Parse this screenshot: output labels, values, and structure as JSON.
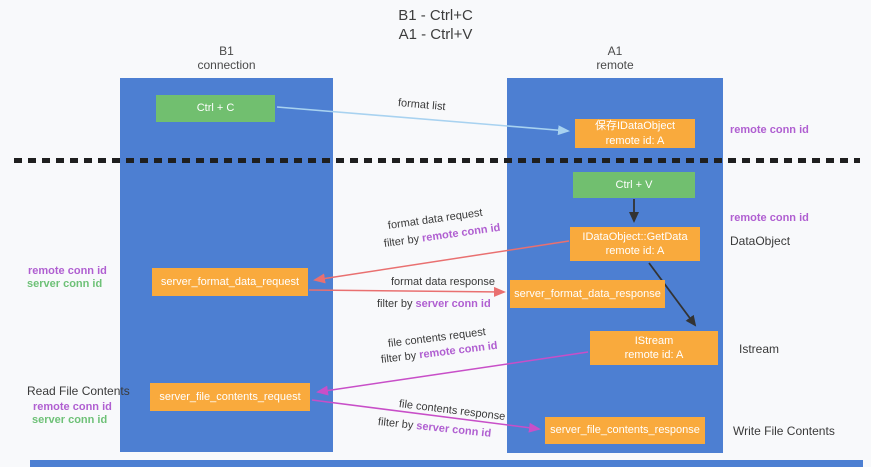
{
  "title": {
    "line1": "B1 - Ctrl+C",
    "line2": "A1 - Ctrl+V"
  },
  "columns": {
    "left": {
      "title": "B1",
      "subtitle": "connection"
    },
    "right": {
      "title": "A1",
      "subtitle": "remote"
    }
  },
  "nodes": {
    "ctrl_c": {
      "label": "Ctrl + C"
    },
    "save_dataobject": {
      "line1": "保存IDataObject",
      "line2": "remote id: A"
    },
    "ctrl_v": {
      "label": "Ctrl + V"
    },
    "getdata": {
      "line1": "IDataObject::GetData",
      "line2": "remote id: A"
    },
    "format_request": {
      "label": "server_format_data_request"
    },
    "format_response": {
      "label": "server_format_data_response"
    },
    "istream": {
      "line1": "IStream",
      "line2": "remote id: A"
    },
    "file_request": {
      "label": "server_file_contents_request"
    },
    "file_response": {
      "label": "server_file_contents_response"
    }
  },
  "edge_labels": {
    "format_list": "format list",
    "format_data_request": "format data request",
    "format_data_response": "format data response",
    "file_contents_request": "file contents request",
    "file_contents_response": "file contents response",
    "filter_prefix": "filter by ",
    "remote_conn_id": "remote conn id",
    "server_conn_id": "server conn id"
  },
  "annotations": {
    "remote_conn_id_top": "remote conn id",
    "remote_conn_id_mid": "remote conn id",
    "dataobject": "DataObject",
    "istream": "Istream",
    "write_file_contents": "Write File Contents",
    "read_file_contents": "Read File Contents",
    "left_remote_conn_id_1": "remote conn id",
    "left_server_conn_id_1": "server conn id",
    "left_remote_conn_id_2": "remote conn id",
    "left_server_conn_id_2": "server conn id"
  },
  "colors": {
    "column_blue": "#4d7fd2",
    "box_green": "#71bf6f",
    "box_orange": "#f9aa3d",
    "purple": "#b05fd1",
    "green_text": "#6ec177",
    "arrow_lightblue": "#a8d2f0",
    "arrow_red": "#e97070",
    "arrow_magenta": "#c84fc8",
    "arrow_black": "#333333",
    "dash_black": "#1f1f1f"
  }
}
